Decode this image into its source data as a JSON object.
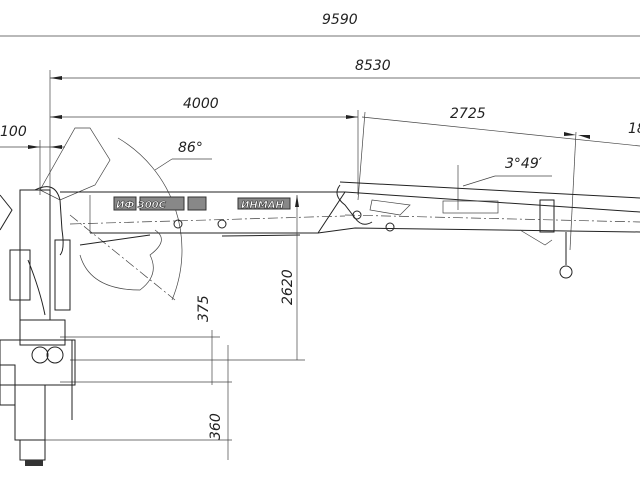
{
  "drawing": {
    "dimensions": {
      "total_length": "9590",
      "boom_reach": "8530",
      "main_boom": "4000",
      "offset": "100",
      "extension_1": "2725",
      "extension_2_partial": "18",
      "lift_angle": "86°",
      "extension_angle": "3°49′",
      "boom_height": "2620",
      "base_height_1": "375",
      "base_height_2": "360"
    },
    "boom_labels": {
      "model": "ИФ 300С",
      "brand": "ИНМАН"
    }
  }
}
